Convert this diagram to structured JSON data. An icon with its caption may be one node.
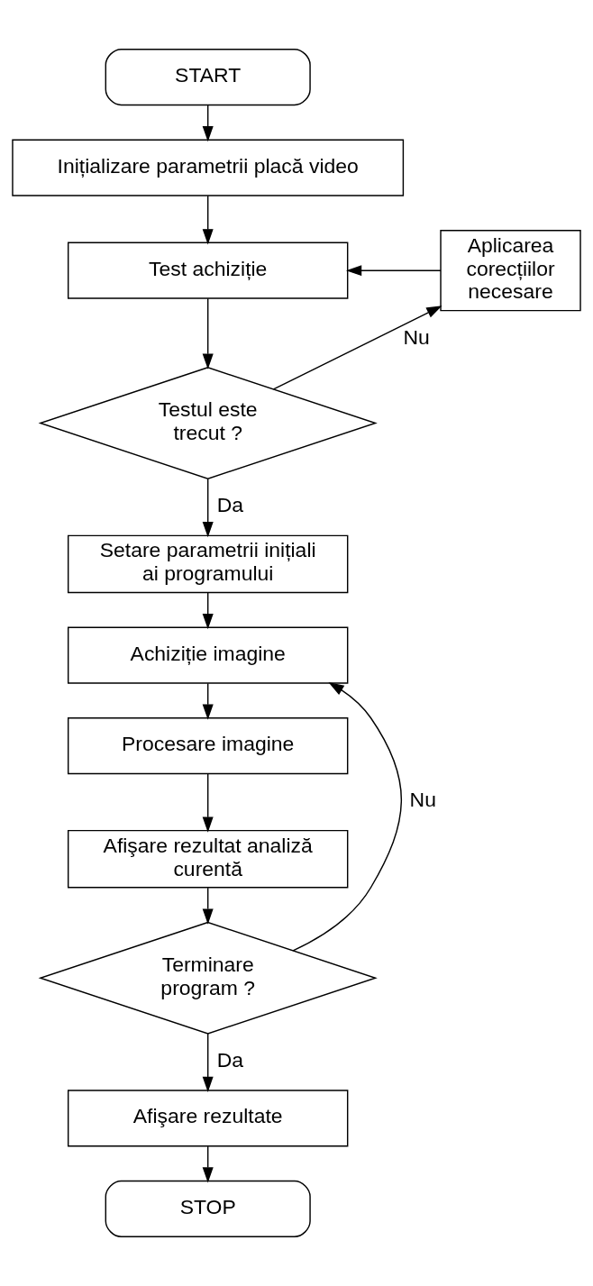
{
  "diagram": {
    "nodes": [
      {
        "text": [
          "START"
        ]
      },
      {
        "text": [
          "Inițializare parametrii placă video"
        ]
      },
      {
        "text": [
          "Test achiziție"
        ]
      },
      {
        "text": [
          "Aplicarea corecțiilor necesare"
        ]
      },
      {
        "text": [
          "Testul este trecut ?"
        ]
      },
      {
        "text": [
          "Setare parametrii inițiali ai programului"
        ]
      },
      {
        "text": [
          "Achiziție imagine"
        ]
      },
      {
        "text": [
          "Procesare imagine"
        ]
      },
      {
        "text": [
          "Afişare rezultat analiză curentă"
        ]
      },
      {
        "text": [
          "Terminare program ?"
        ]
      },
      {
        "text": [
          "Afişare rezultate"
        ]
      },
      {
        "text": [
          "STOP"
        ]
      }
    ],
    "edges": [
      {
        "from": 0,
        "to": 1,
        "arrow": "to"
      },
      {
        "from": 1,
        "to": 2,
        "arrow": "to"
      },
      {
        "from": 2,
        "to": 4,
        "arrow": "to"
      },
      {
        "from": 4,
        "to": 3,
        "arrow": "to",
        "label": "Nu"
      },
      {
        "from": 3,
        "to": 2,
        "arrow": "to"
      },
      {
        "from": 4,
        "to": 5,
        "arrow": "to",
        "label": "Da"
      },
      {
        "from": 5,
        "to": 6,
        "arrow": "to"
      },
      {
        "from": 6,
        "to": 7,
        "arrow": "to"
      },
      {
        "from": 7,
        "to": 8,
        "arrow": "to"
      },
      {
        "from": 8,
        "to": 9,
        "arrow": "to"
      },
      {
        "from": 9,
        "to": 6,
        "arrow": "to",
        "label": "Nu"
      },
      {
        "from": 9,
        "to": 10,
        "arrow": "to",
        "label": "Da"
      },
      {
        "from": 10,
        "to": 11,
        "arrow": "to"
      }
    ]
  }
}
